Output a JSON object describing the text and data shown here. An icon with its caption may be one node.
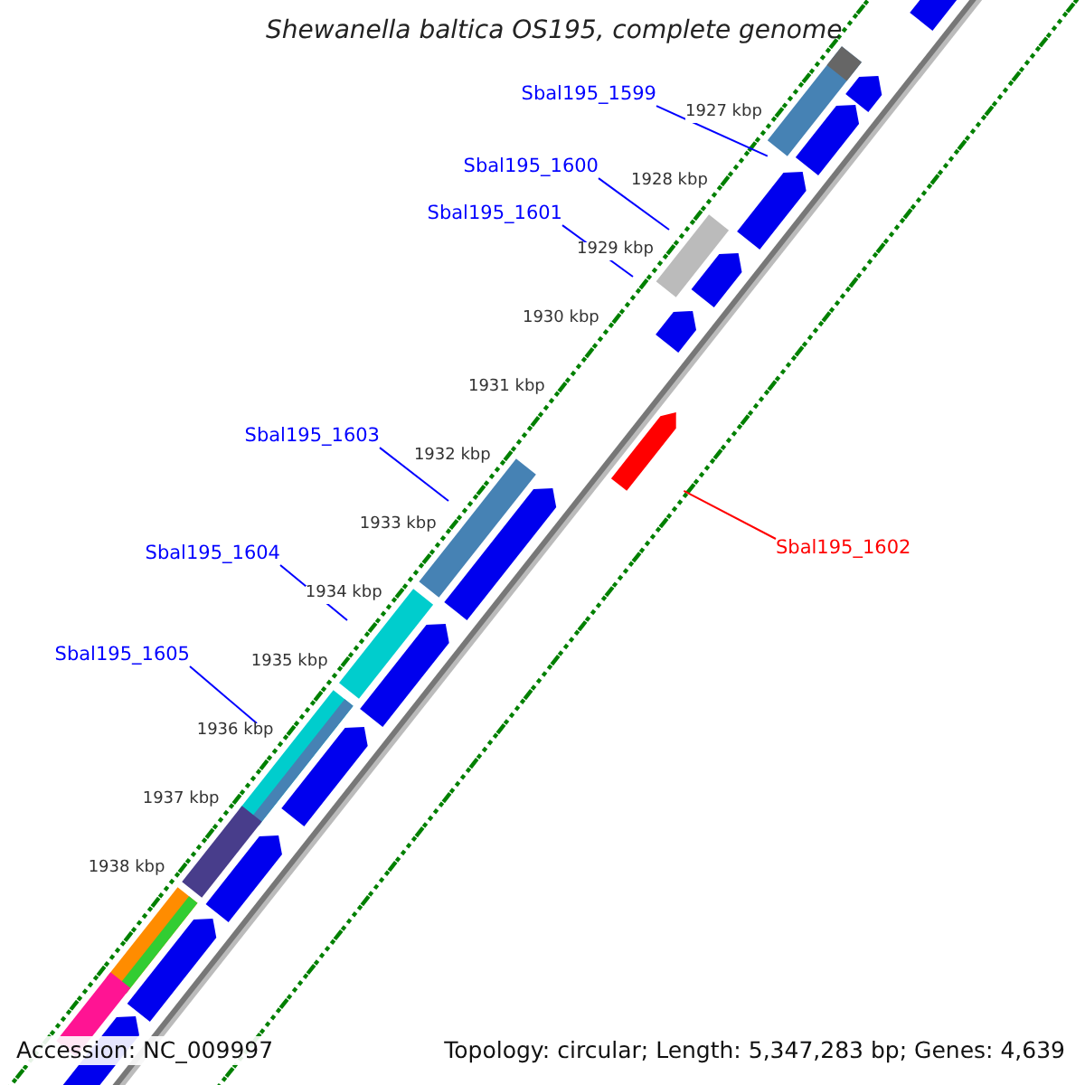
{
  "diagram": {
    "title": "Shewanella baltica OS195, complete genome",
    "nodes": [
      {
        "text": [
          "Sbal195_1599"
        ]
      },
      {
        "text": [
          "Sbal195_1600"
        ]
      },
      {
        "text": [
          "Sbal195_1601"
        ]
      },
      {
        "text": [
          "Sbal195_1602"
        ]
      },
      {
        "text": [
          "Sbal195_1603"
        ]
      },
      {
        "text": [
          "Sbal195_1604"
        ]
      },
      {
        "text": [
          "Sbal195_1605"
        ]
      },
      {
        "text": [],
        "shape": "bar"
      },
      {
        "text": [],
        "shape": "bar"
      },
      {
        "text": [],
        "shape": "arrow"
      },
      {
        "text": [],
        "shape": "bar"
      },
      {
        "text": [],
        "shape": "bar"
      },
      {
        "text": [],
        "shape": "bar"
      },
      {
        "text": [],
        "shape": "arrow"
      },
      {
        "text": [],
        "shape": "arrow"
      },
      {
        "text": [],
        "shape": "arrow"
      },
      {
        "text": [],
        "shape": "arrow"
      },
      {
        "text": [],
        "shape": "arrow"
      },
      {
        "text": [],
        "shape": "arrow"
      },
      {
        "text": [],
        "shape": "arrow"
      },
      {
        "text": [],
        "shape": "arrow"
      },
      {
        "text": [],
        "shape": "arrow"
      },
      {
        "text": [],
        "shape": "arrow"
      },
      {
        "text": [],
        "shape": "arrow"
      },
      {
        "text": [],
        "shape": "arrow"
      },
      {
        "text": [],
        "shape": "bar"
      },
      {
        "text": [],
        "shape": "bar"
      },
      {
        "text": [],
        "shape": "bar"
      }
    ],
    "edges": [
      {
        "from": 0,
        "to": 7,
        "arrow": "none"
      },
      {
        "from": 1,
        "to": 8,
        "arrow": "none"
      },
      {
        "from": 2,
        "to": null,
        "arrow": "none"
      },
      {
        "from": 3,
        "to": 9,
        "arrow": "none",
        "color": "#ff0000"
      },
      {
        "from": 4,
        "to": 10,
        "arrow": "none"
      },
      {
        "from": 5,
        "to": 11,
        "arrow": "none"
      },
      {
        "from": 6,
        "to": 12,
        "arrow": "none"
      }
    ],
    "labels": [
      "1927 kbp",
      "1928 kbp",
      "1929 kbp",
      "1930 kbp",
      "1931 kbp",
      "1932 kbp",
      "1933 kbp",
      "1934 kbp",
      "1935 kbp",
      "1936 kbp",
      "1937 kbp",
      "1938 kbp",
      "Accession: NC_009997",
      "Topology: circular; Length: 5,347,283 bp; Genes: 4,639"
    ]
  }
}
